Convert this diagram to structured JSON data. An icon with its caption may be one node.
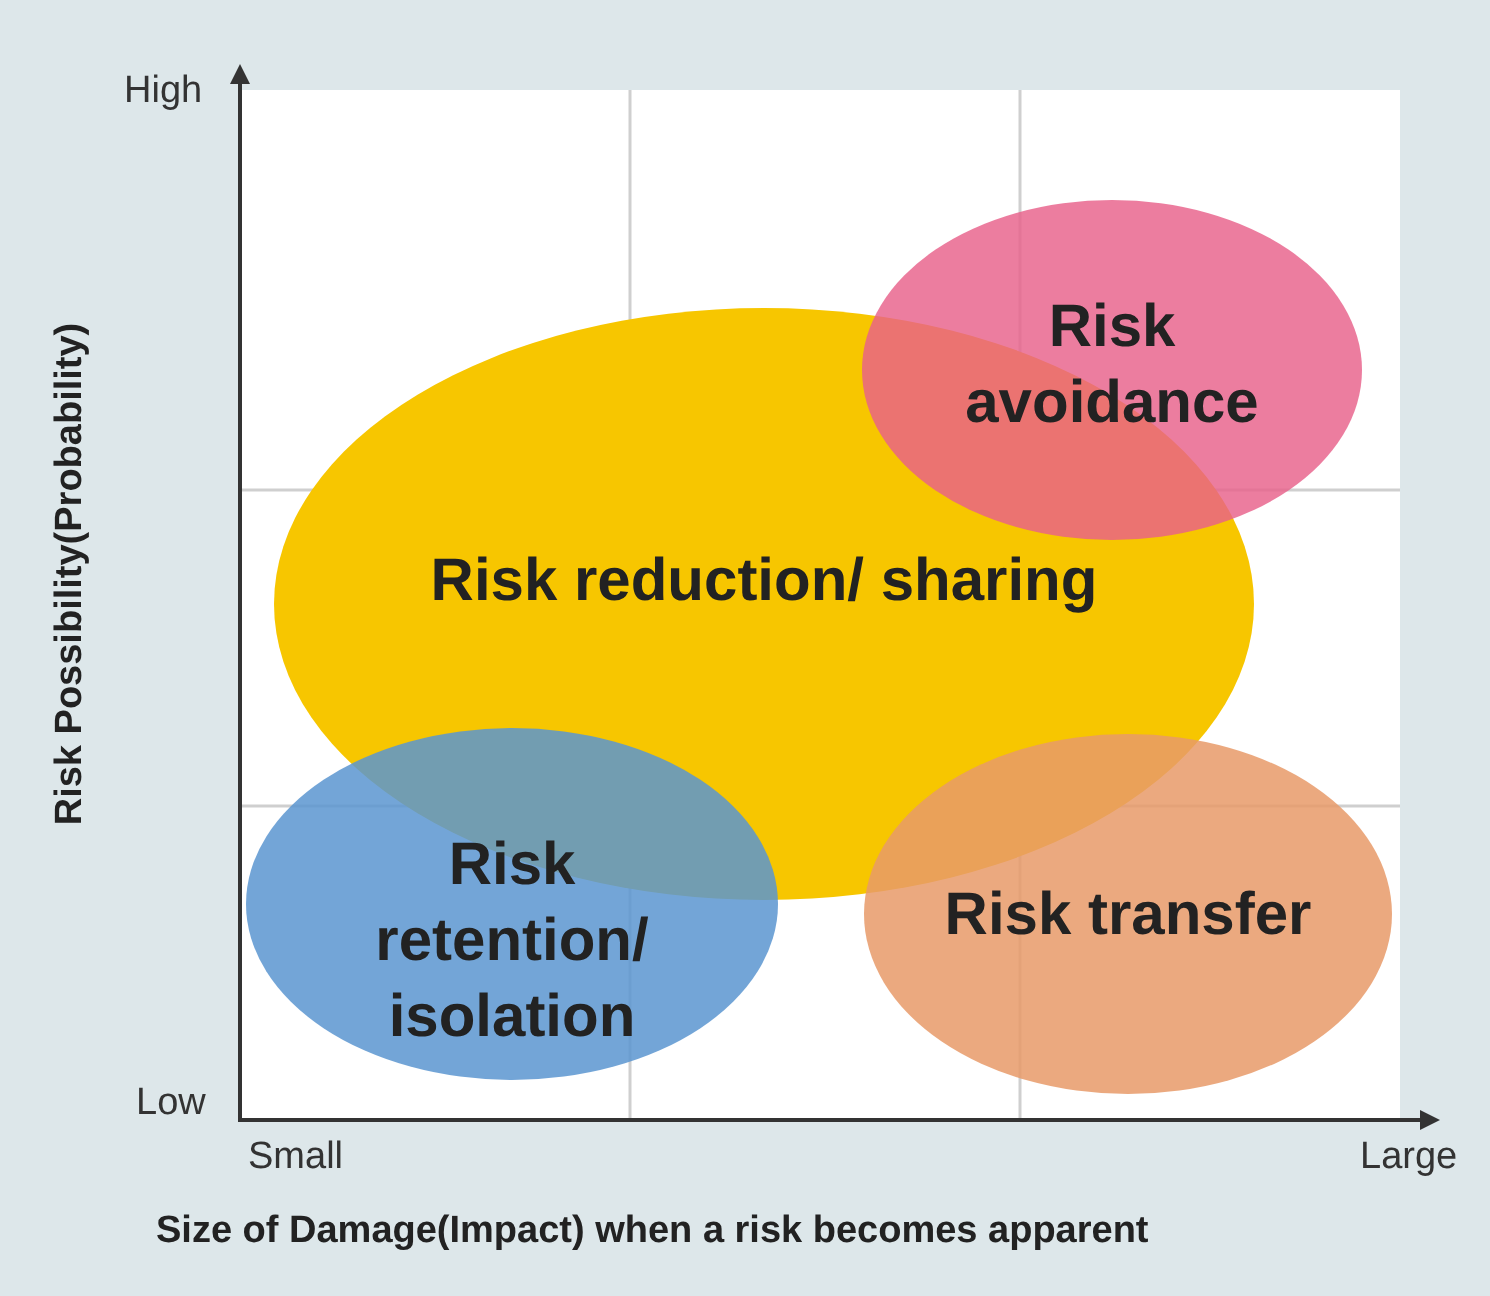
{
  "diagram": {
    "nodes": [
      {
        "text": [
          "Risk avoidance"
        ]
      },
      {
        "text": [
          "Risk reduction/ sharing"
        ]
      },
      {
        "text": [
          "Risk retention/ isolation"
        ]
      },
      {
        "text": [
          "Risk transfer"
        ]
      }
    ],
    "edges": [],
    "labels": [
      "High",
      "Risk Possibility(Probability)",
      "Low",
      "Small",
      "Large",
      "Size of Damage(Impact) when a risk becomes apparent"
    ]
  }
}
